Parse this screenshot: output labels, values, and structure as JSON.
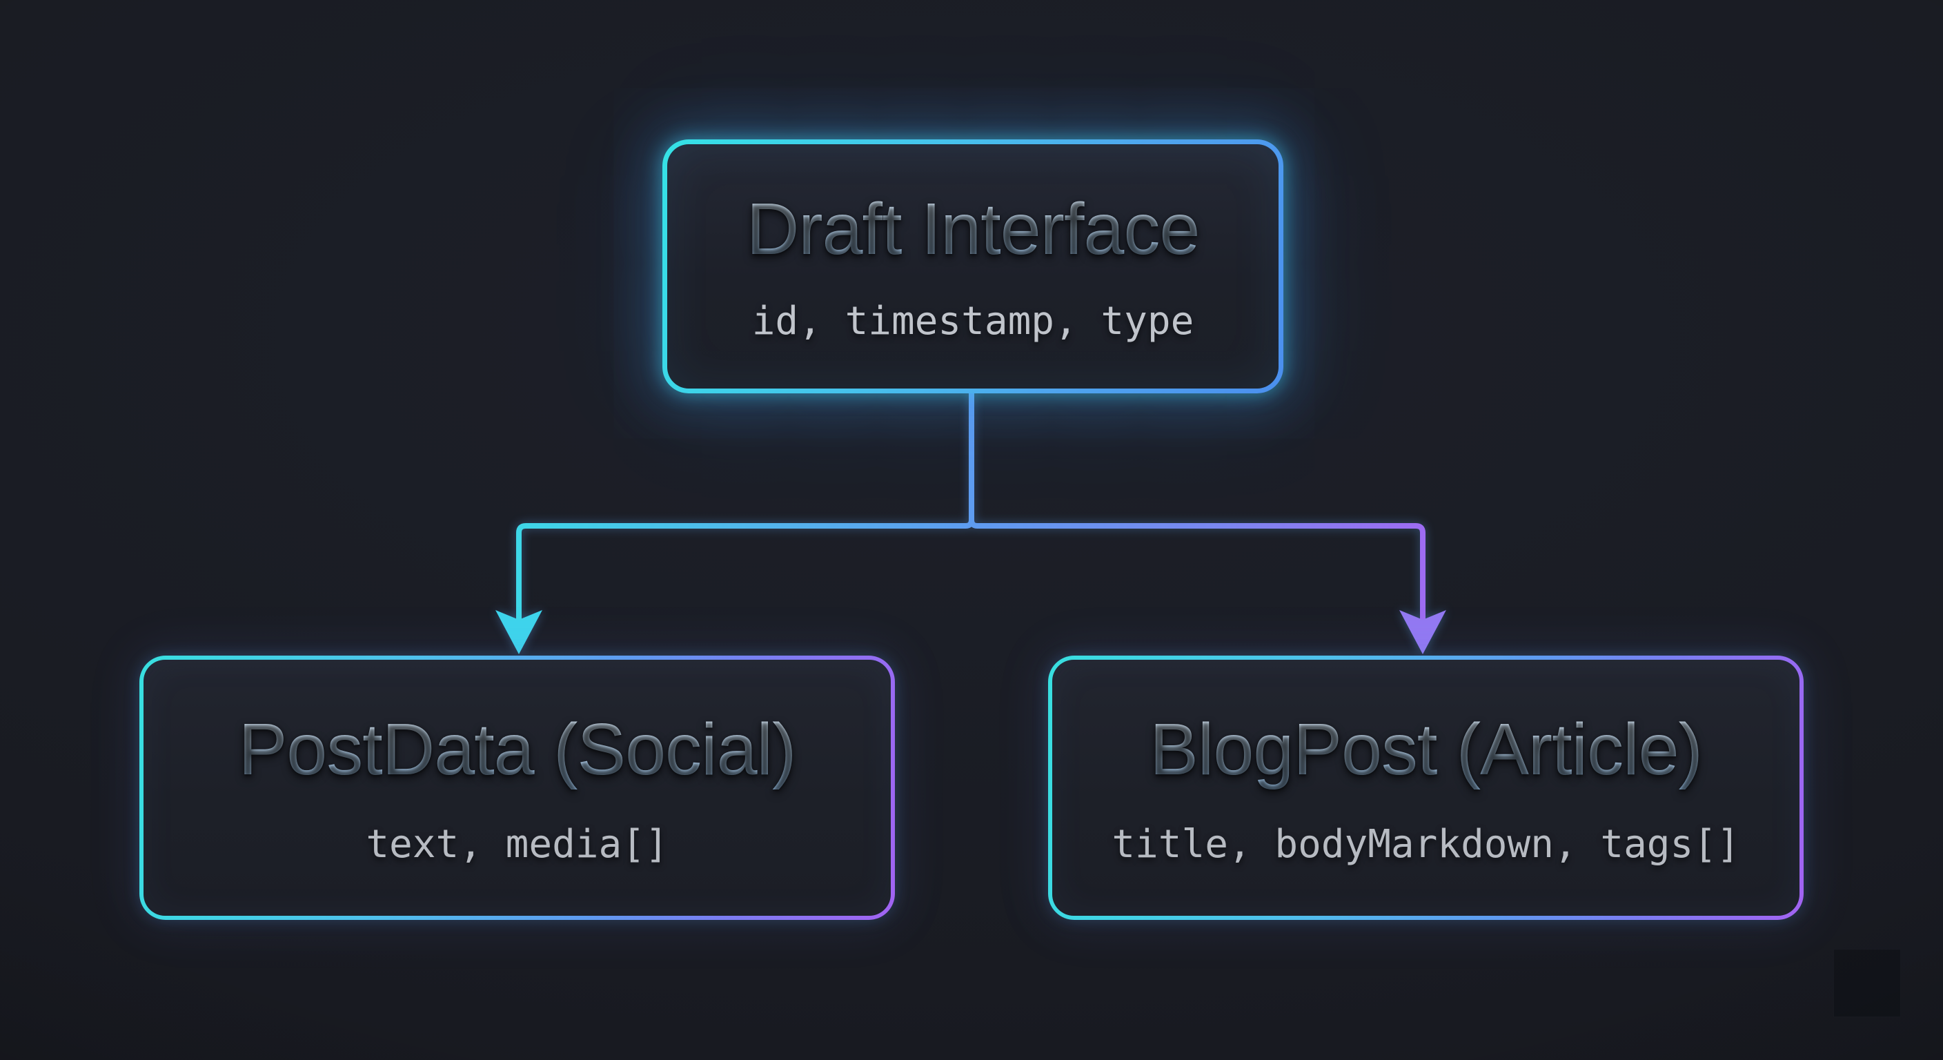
{
  "diagram": {
    "root": {
      "title": "Draft Interface",
      "fields": "id, timestamp, type"
    },
    "children": [
      {
        "title": "PostData (Social)",
        "fields": "text, media[]"
      },
      {
        "title": "BlogPost (Article)",
        "fields": "title, bodyMarkdown, tags[]"
      }
    ]
  },
  "colors": {
    "background": "#191b22",
    "node_fill": "#1e212a",
    "root_border_start": "#35e2e6",
    "root_border_end": "#4b8fee",
    "child_border_start": "#38dfe0",
    "child_border_mid": "#5f9af0",
    "child_border_end": "#a263f2",
    "edge_blue": "#5e9cf0",
    "left_arrow": "#3ed5ec",
    "right_arrow": "#9379f2",
    "title_text": "#c3def7",
    "fields_text": "#c0c4cb"
  }
}
